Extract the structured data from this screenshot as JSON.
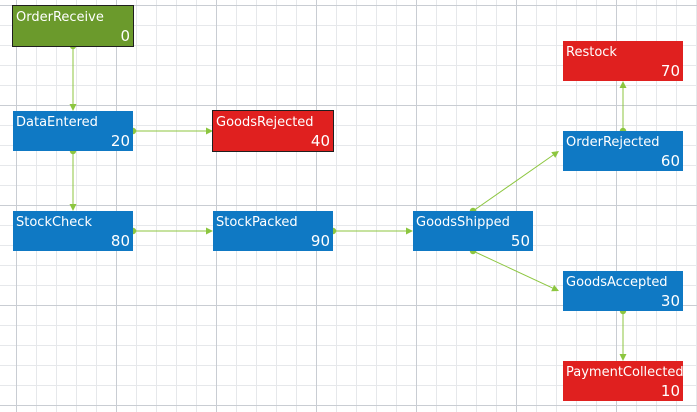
{
  "diagram": {
    "colors": {
      "green": "#6b9a2c",
      "blue": "#0f79c4",
      "red": "#e0201f",
      "connector": "#8cc63f"
    },
    "nodes": [
      {
        "id": "order-receive",
        "label": "OrderReceive",
        "value": "0",
        "color": "green",
        "selected": true
      },
      {
        "id": "data-entered",
        "label": "DataEntered",
        "value": "20",
        "color": "blue"
      },
      {
        "id": "goods-rejected",
        "label": "GoodsRejected",
        "value": "40",
        "color": "red",
        "selected": true
      },
      {
        "id": "stock-check",
        "label": "StockCheck",
        "value": "80",
        "color": "blue"
      },
      {
        "id": "stock-packed",
        "label": "StockPacked",
        "value": "90",
        "color": "blue"
      },
      {
        "id": "goods-shipped",
        "label": "GoodsShipped",
        "value": "50",
        "color": "blue"
      },
      {
        "id": "restock",
        "label": "Restock",
        "value": "70",
        "color": "red"
      },
      {
        "id": "order-rejected",
        "label": "OrderRejected",
        "value": "60",
        "color": "blue"
      },
      {
        "id": "goods-accepted",
        "label": "GoodsAccepted",
        "value": "30",
        "color": "blue"
      },
      {
        "id": "payment-collected",
        "label": "PaymentCollected",
        "value": "10",
        "color": "red"
      }
    ],
    "connectors": [
      {
        "from": "order-receive",
        "to": "data-entered"
      },
      {
        "from": "data-entered",
        "to": "goods-rejected"
      },
      {
        "from": "data-entered",
        "to": "stock-check"
      },
      {
        "from": "stock-check",
        "to": "stock-packed"
      },
      {
        "from": "stock-packed",
        "to": "goods-shipped"
      },
      {
        "from": "goods-shipped",
        "to": "order-rejected"
      },
      {
        "from": "goods-shipped",
        "to": "goods-accepted"
      },
      {
        "from": "order-rejected",
        "to": "restock"
      },
      {
        "from": "goods-accepted",
        "to": "payment-collected"
      }
    ]
  }
}
